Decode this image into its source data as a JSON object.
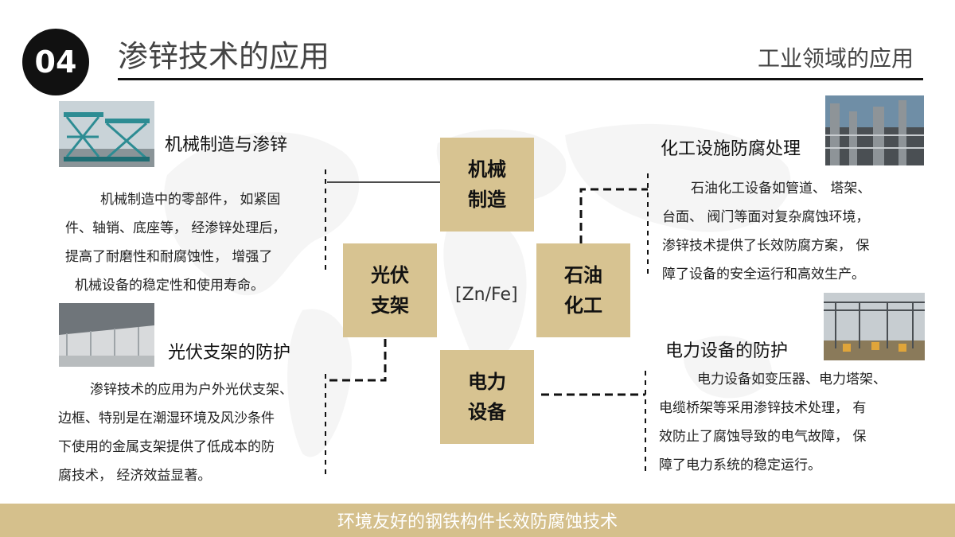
{
  "header": {
    "badge": "04",
    "title": "渗锌技术的应用",
    "subtitle": "工业领域的应用"
  },
  "center": {
    "formula": "[Zn/Fe]",
    "boxes": {
      "top": [
        "机械",
        "制造"
      ],
      "left": [
        "光伏",
        "支架"
      ],
      "right": [
        "石油",
        "化工"
      ],
      "bottom": [
        "电力",
        "设备"
      ]
    }
  },
  "sections": {
    "mechanical": {
      "heading": "机械制造与渗锌",
      "lines": [
        "机械制造中的零部件， 如紧固",
        "件、轴销、底座等， 经渗锌处理后，",
        "提高了耐磨性和耐腐蚀性， 增强了",
        "机械设备的稳定性和使用寿命。"
      ],
      "photo_icon": "scissor-lift-photo"
    },
    "pv": {
      "heading": "光伏支架的防护",
      "lines": [
        "渗锌技术的应用为户外光伏支架、",
        "边框、特别是在潮湿环境及风沙条件",
        "下使用的金属支架提供了低成本的防",
        "腐技术， 经济效益显著。"
      ],
      "photo_icon": "pv-rack-photo"
    },
    "chemical": {
      "heading": "化工设施防腐处理",
      "lines": [
        "石油化工设备如管道、 塔架、",
        "台面、 阀门等面对复杂腐蚀环境，",
        "渗锌技术提供了长效防腐方案， 保",
        "障了设备的安全运行和高效生产。"
      ],
      "photo_icon": "refinery-photo"
    },
    "power": {
      "heading": "电力设备的防护",
      "lines": [
        "电力设备如变压器、电力塔架、",
        "电缆桥架等采用渗锌技术处理， 有",
        "效防止了腐蚀导致的电气故障， 保",
        "障了电力系统的稳定运行。"
      ],
      "photo_icon": "substation-photo"
    }
  },
  "footer": {
    "text": "环境友好的钢铁构件长效防腐蚀技术"
  },
  "colors": {
    "box": "#d7c391",
    "footer": "#d5c08c",
    "badge": "#111111"
  }
}
